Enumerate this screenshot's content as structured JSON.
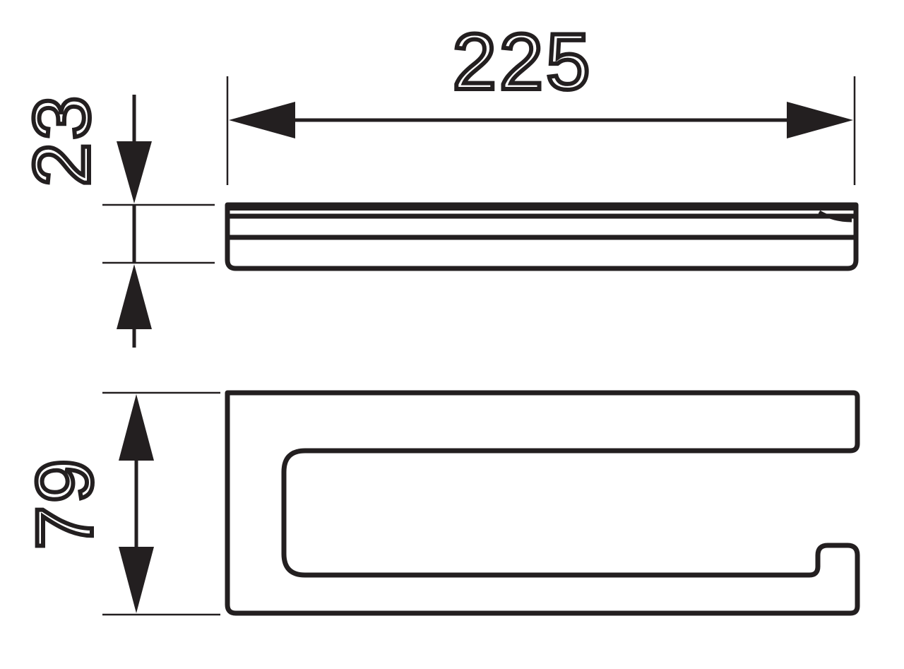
{
  "drawing": {
    "type": "technical-dimension-drawing",
    "line_color": "#231f20",
    "background": "#ffffff"
  },
  "dimensions": {
    "width": "225",
    "height": "23",
    "depth": "79"
  }
}
